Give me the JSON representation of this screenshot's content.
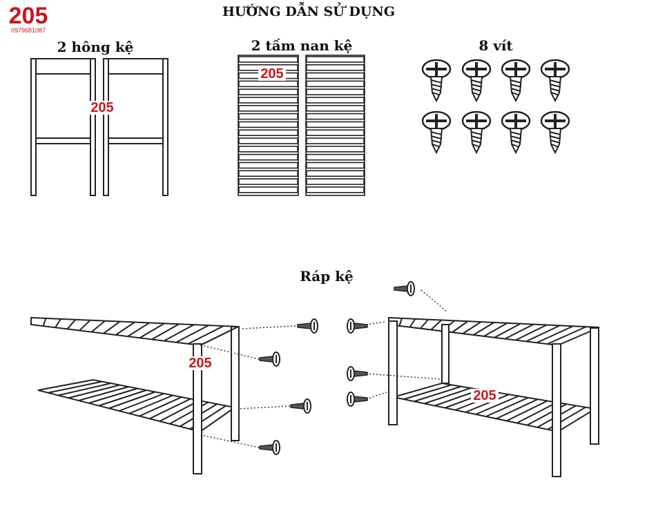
{
  "title": "HƯỚNG DẪN SỬ DỤNG",
  "logo": {
    "text": "205",
    "phone": "0979681087"
  },
  "parts": [
    {
      "label": "2 hông kệ",
      "count": 2
    },
    {
      "label": "2 tấm nan kệ",
      "count": 2
    },
    {
      "label": "8 vít",
      "count": 8
    }
  ],
  "assembly_label": "Ráp kệ",
  "colors": {
    "brand": "#c8161d",
    "line": "#222222"
  }
}
